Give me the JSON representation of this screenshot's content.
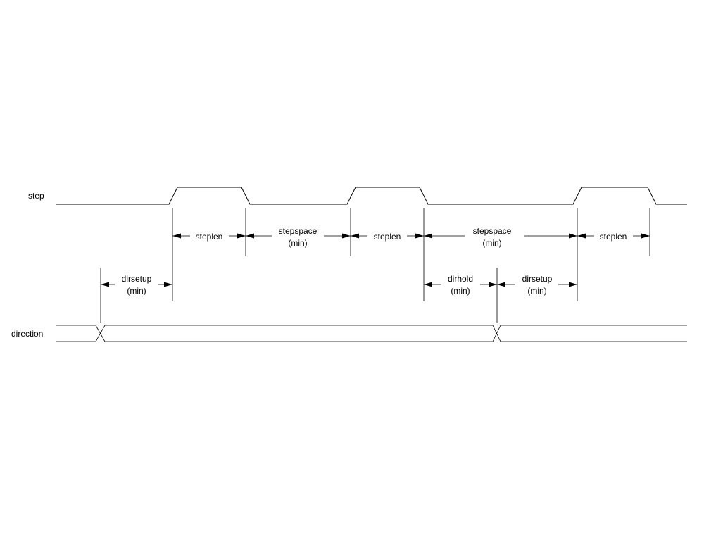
{
  "signals": {
    "step": "step",
    "direction": "direction"
  },
  "labels": {
    "steplen": "steplen",
    "stepspace": "stepspace",
    "dirsetup": "dirsetup",
    "dirhold": "dirhold",
    "min": "(min)"
  },
  "colors": {
    "ink": "#000000",
    "background": "#ffffff"
  }
}
